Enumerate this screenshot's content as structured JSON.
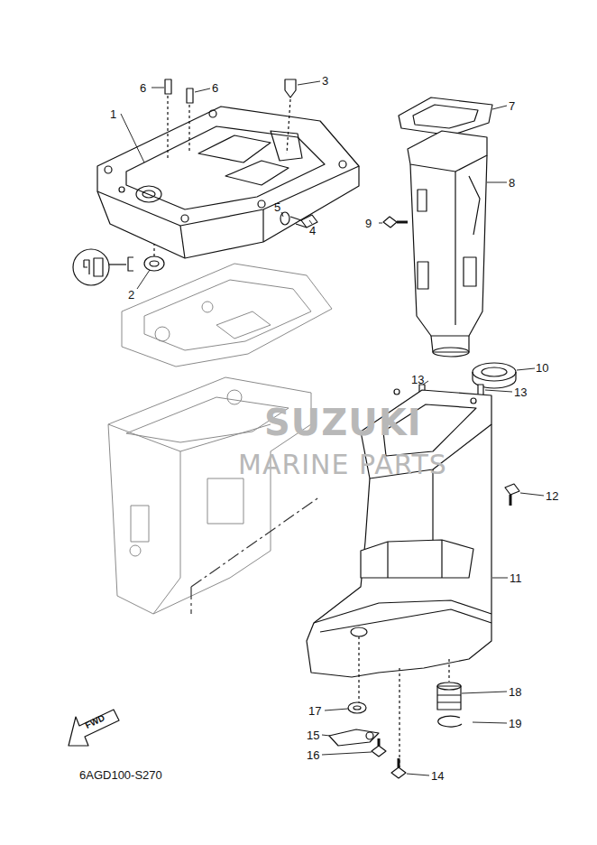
{
  "diagram": {
    "labels": [
      "1",
      "6",
      "6",
      "3",
      "7",
      "8",
      "9",
      "5",
      "4",
      "2",
      "10",
      "13",
      "13",
      "12",
      "11",
      "18",
      "17",
      "19",
      "15",
      "16",
      "14",
      "FWD",
      "6AGD100-S270",
      "SUZUKI",
      "MARINE PARTS"
    ]
  }
}
